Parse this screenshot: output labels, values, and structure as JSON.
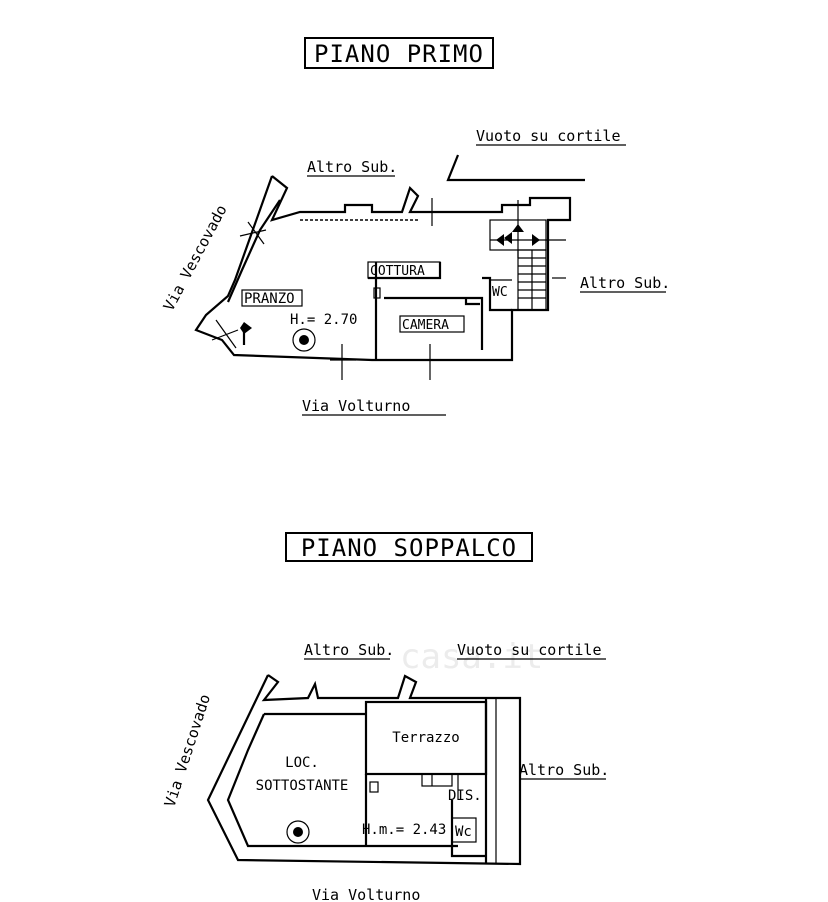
{
  "first_floor": {
    "title": "PIANO PRIMO",
    "vuoto": "Vuoto su cortile",
    "altro_sub_top": "Altro Sub.",
    "altro_sub_right": "Altro Sub.",
    "via_vescovado": "Via    Vescovado",
    "via_volturno": "Via       Volturno",
    "pranzo": "PRANZO",
    "cottura": "COTTURA",
    "camera": "CAMERA",
    "wc": "WC",
    "height": "H.= 2.70"
  },
  "mezzanine": {
    "title": "PIANO SOPPALCO",
    "altro_sub_top": "Altro Sub.",
    "vuoto": "Vuoto su cortile",
    "altro_sub_right": "Altro Sub.",
    "via_vescovado": "Via    Vescovado",
    "via_volturno": "Via       Volturno",
    "terrazzo": "Terrazzo",
    "loc": "LOC.",
    "sottostante": "SOTTOSTANTE",
    "dis": "DIS.",
    "wc": "Wc",
    "height": "H.m.= 2.43"
  },
  "watermark": "casa.it"
}
